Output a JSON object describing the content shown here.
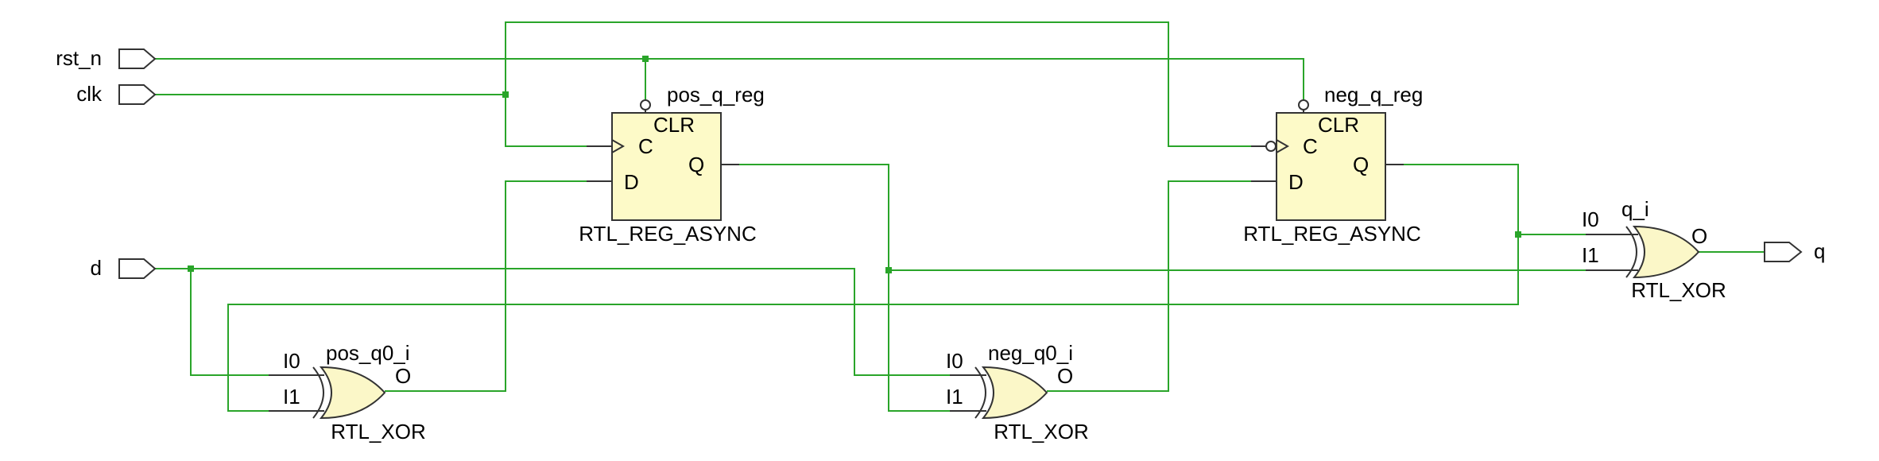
{
  "ports": {
    "inputs": [
      "rst_n",
      "clk",
      "d"
    ],
    "outputs": [
      "q"
    ]
  },
  "cells": {
    "pos_reg": {
      "instance": "pos_q_reg",
      "type": "RTL_REG_ASYNC",
      "pins": {
        "clr": "CLR",
        "clk": "C",
        "d": "D",
        "q": "Q"
      }
    },
    "neg_reg": {
      "instance": "neg_q_reg",
      "type": "RTL_REG_ASYNC",
      "pins": {
        "clr": "CLR",
        "clk": "C",
        "d": "D",
        "q": "Q"
      }
    },
    "pos_xor": {
      "instance": "pos_q0_i",
      "type": "RTL_XOR",
      "pins": {
        "i0": "I0",
        "i1": "I1",
        "o": "O"
      }
    },
    "neg_xor": {
      "instance": "neg_q0_i",
      "type": "RTL_XOR",
      "pins": {
        "i0": "I0",
        "i1": "I1",
        "o": "O"
      }
    },
    "out_xor": {
      "instance": "q_i",
      "type": "RTL_XOR",
      "pins": {
        "i0": "I0",
        "i1": "I1",
        "o": "O"
      }
    }
  },
  "colors": {
    "wire": "#2aa52a",
    "cell_fill": "#fdfac8",
    "outline": "#333333"
  }
}
